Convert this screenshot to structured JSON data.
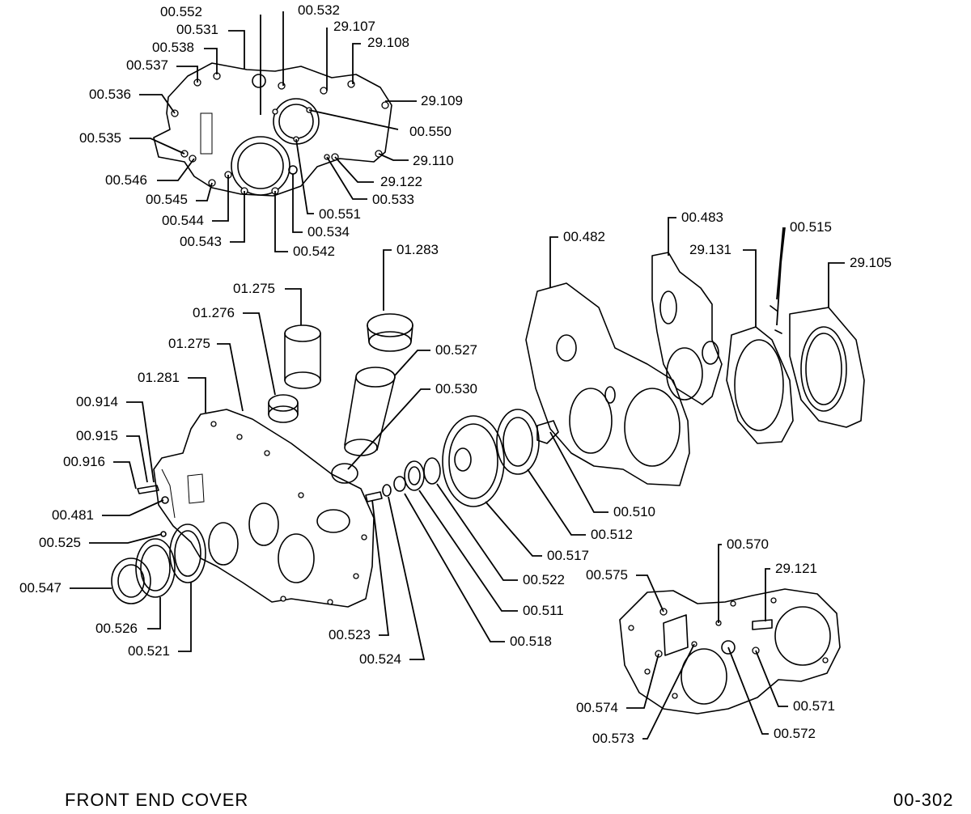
{
  "caption": {
    "title": "FRONT  END  COVER",
    "code": "00-302"
  },
  "parts": [
    "00.552",
    "00.532",
    "00.531",
    "29.107",
    "00.538",
    "29.108",
    "00.537",
    "00.536",
    "29.109",
    "00.550",
    "00.535",
    "29.110",
    "00.546",
    "29.122",
    "00.545",
    "00.533",
    "00.544",
    "00.551",
    "00.543",
    "00.534",
    "00.542",
    "01.283",
    "00.483",
    "00.515",
    "00.482",
    "29.131",
    "29.105",
    "01.275",
    "01.276",
    "00.527",
    "01.275",
    "00.530",
    "01.281",
    "00.914",
    "00.915",
    "00.916",
    "00.481",
    "00.510",
    "00.512",
    "00.525",
    "00.517",
    "00.547",
    "00.522",
    "00.526",
    "00.511",
    "00.521",
    "00.518",
    "00.523",
    "00.524",
    "00.570",
    "00.575",
    "29.121",
    "00.574",
    "00.571",
    "00.573",
    "00.572"
  ]
}
